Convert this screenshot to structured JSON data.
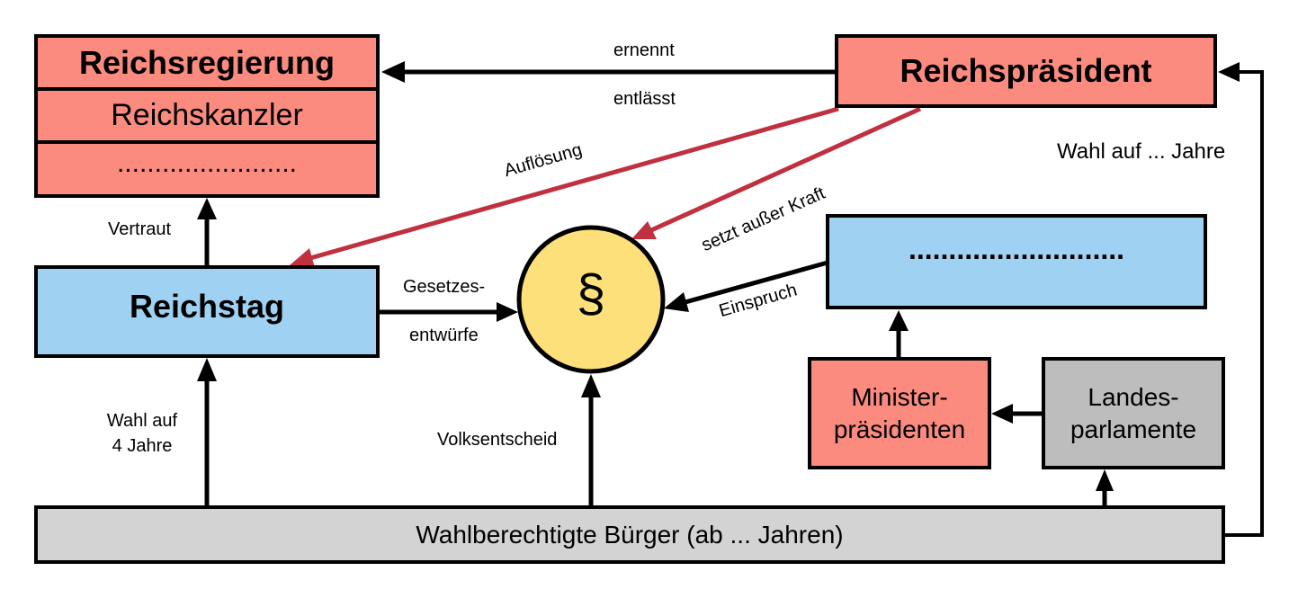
{
  "boxes": {
    "reichsregierung": "Reichsregierung",
    "reichskanzler": "Reichskanzler",
    "regierung_placeholder": "........................",
    "reichspraesident": "Reichspräsident",
    "reichstag": "Reichstag",
    "paragraph": "§",
    "blank_box": "...........................",
    "ministerpraesidenten_1": "Minister-",
    "ministerpraesidenten_2": "präsidenten",
    "landesparlamente_1": "Landes-",
    "landesparlamente_2": "parlamente",
    "buerger": "Wahlberechtigte Bürger (ab ... Jahren)"
  },
  "labels": {
    "ernennt": "ernennt",
    "entlaesst": "entlässt",
    "wahl_praesident": "Wahl auf ... Jahre",
    "aufloesung": "Auflösung",
    "setzt_ausser_kraft": "setzt außer Kraft",
    "vertraut": "Vertraut",
    "gesetzes": "Gesetzes-",
    "entwuerfe": "entwürfe",
    "einspruch": "Einspruch",
    "wahl_reichstag_1": "Wahl auf",
    "wahl_reichstag_2": "4 Jahre",
    "volksentscheid": "Volksentscheid"
  },
  "colors": {
    "red_box": "#fa8b7e",
    "blue_box": "#9fd2f2",
    "gray_box": "#bdbdbd",
    "light_gray_box": "#d3d3d3",
    "paragraph_circle": "#fde07a",
    "red_arrow": "#c0303f",
    "black_arrow": "#000000"
  }
}
